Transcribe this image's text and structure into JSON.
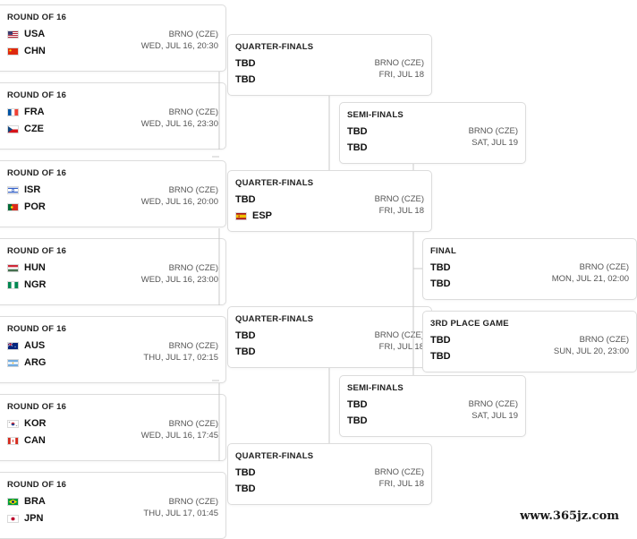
{
  "colors": {
    "line": "#c9c9c9",
    "border": "#dcdcdc",
    "meta": "#555555"
  },
  "matches": [
    {
      "stage": "ROUND OF 16",
      "teams": [
        {
          "name": "USA",
          "flag": "usa-flag-icon"
        },
        {
          "name": "CHN",
          "flag": "chn-flag-icon"
        }
      ],
      "venue": "BRNO (CZE)",
      "datetime": "WED, JUL 16, 20:30"
    },
    {
      "stage": "ROUND OF 16",
      "teams": [
        {
          "name": "FRA",
          "flag": "fra-flag-icon"
        },
        {
          "name": "CZE",
          "flag": "cze-flag-icon"
        }
      ],
      "venue": "BRNO (CZE)",
      "datetime": "WED, JUL 16, 23:30"
    },
    {
      "stage": "ROUND OF 16",
      "teams": [
        {
          "name": "ISR",
          "flag": "isr-flag-icon"
        },
        {
          "name": "POR",
          "flag": "por-flag-icon"
        }
      ],
      "venue": "BRNO (CZE)",
      "datetime": "WED, JUL 16, 20:00"
    },
    {
      "stage": "ROUND OF 16",
      "teams": [
        {
          "name": "HUN",
          "flag": "hun-flag-icon"
        },
        {
          "name": "NGR",
          "flag": "ngr-flag-icon"
        }
      ],
      "venue": "BRNO (CZE)",
      "datetime": "WED, JUL 16, 23:00"
    },
    {
      "stage": "ROUND OF 16",
      "teams": [
        {
          "name": "AUS",
          "flag": "aus-flag-icon"
        },
        {
          "name": "ARG",
          "flag": "arg-flag-icon"
        }
      ],
      "venue": "BRNO (CZE)",
      "datetime": "THU, JUL 17, 02:15"
    },
    {
      "stage": "ROUND OF 16",
      "teams": [
        {
          "name": "KOR",
          "flag": "kor-flag-icon"
        },
        {
          "name": "CAN",
          "flag": "can-flag-icon"
        }
      ],
      "venue": "BRNO (CZE)",
      "datetime": "WED, JUL 16, 17:45"
    },
    {
      "stage": "ROUND OF 16",
      "teams": [
        {
          "name": "BRA",
          "flag": "bra-flag-icon"
        },
        {
          "name": "JPN",
          "flag": "jpn-flag-icon"
        }
      ],
      "venue": "BRNO (CZE)",
      "datetime": "THU, JUL 17, 01:45"
    },
    {
      "stage": "QUARTER-FINALS",
      "teams": [
        {
          "name": "TBD",
          "flag": ""
        },
        {
          "name": "TBD",
          "flag": ""
        }
      ],
      "venue": "BRNO (CZE)",
      "datetime": "FRI, JUL 18"
    },
    {
      "stage": "QUARTER-FINALS",
      "teams": [
        {
          "name": "TBD",
          "flag": ""
        },
        {
          "name": "ESP",
          "flag": "esp-flag-icon"
        }
      ],
      "venue": "BRNO (CZE)",
      "datetime": "FRI, JUL 18"
    },
    {
      "stage": "QUARTER-FINALS",
      "teams": [
        {
          "name": "TBD",
          "flag": ""
        },
        {
          "name": "TBD",
          "flag": ""
        }
      ],
      "venue": "BRNO (CZE)",
      "datetime": "FRI, JUL 18"
    },
    {
      "stage": "QUARTER-FINALS",
      "teams": [
        {
          "name": "TBD",
          "flag": ""
        },
        {
          "name": "TBD",
          "flag": ""
        }
      ],
      "venue": "BRNO (CZE)",
      "datetime": "FRI, JUL 18"
    },
    {
      "stage": "SEMI-FINALS",
      "teams": [
        {
          "name": "TBD",
          "flag": ""
        },
        {
          "name": "TBD",
          "flag": ""
        }
      ],
      "venue": "BRNO (CZE)",
      "datetime": "SAT, JUL 19"
    },
    {
      "stage": "SEMI-FINALS",
      "teams": [
        {
          "name": "TBD",
          "flag": ""
        },
        {
          "name": "TBD",
          "flag": ""
        }
      ],
      "venue": "BRNO (CZE)",
      "datetime": "SAT, JUL 19"
    },
    {
      "stage": "FINAL",
      "teams": [
        {
          "name": "TBD",
          "flag": ""
        },
        {
          "name": "TBD",
          "flag": ""
        }
      ],
      "venue": "BRNO (CZE)",
      "datetime": "MON, JUL 21, 02:00"
    },
    {
      "stage": "3RD PLACE GAME",
      "teams": [
        {
          "name": "TBD",
          "flag": ""
        },
        {
          "name": "TBD",
          "flag": ""
        }
      ],
      "venue": "BRNO (CZE)",
      "datetime": "SUN, JUL 20, 23:00"
    }
  ],
  "watermark": "www.365jz.com"
}
